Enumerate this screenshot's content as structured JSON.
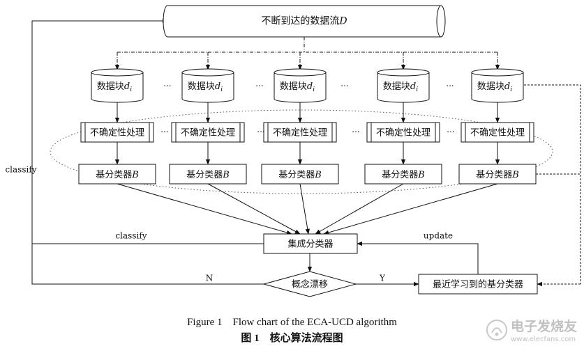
{
  "diagram": {
    "stream_label": "不断到达的数据流D",
    "chunk_label": "数据块d",
    "chunk_sub": "i",
    "uncertainty_label": "不确定性处理",
    "base_classifier_label": "基分类器B",
    "ensemble_label": "集成分类器",
    "drift_label": "概念漂移",
    "recent_label": "最近学习到的基分类器",
    "edge_classify_outer": "classify",
    "edge_classify_inner": "classify",
    "edge_update": "update",
    "edge_no": "N",
    "edge_yes": "Y",
    "ellipsis": "···"
  },
  "caption": {
    "english": "Figure 1　Flow chart of the ECA-UCD algorithm",
    "chinese": "图 1　核心算法流程图"
  },
  "watermark": {
    "title": "电子发烧友",
    "url": "www.elecfans.com"
  }
}
